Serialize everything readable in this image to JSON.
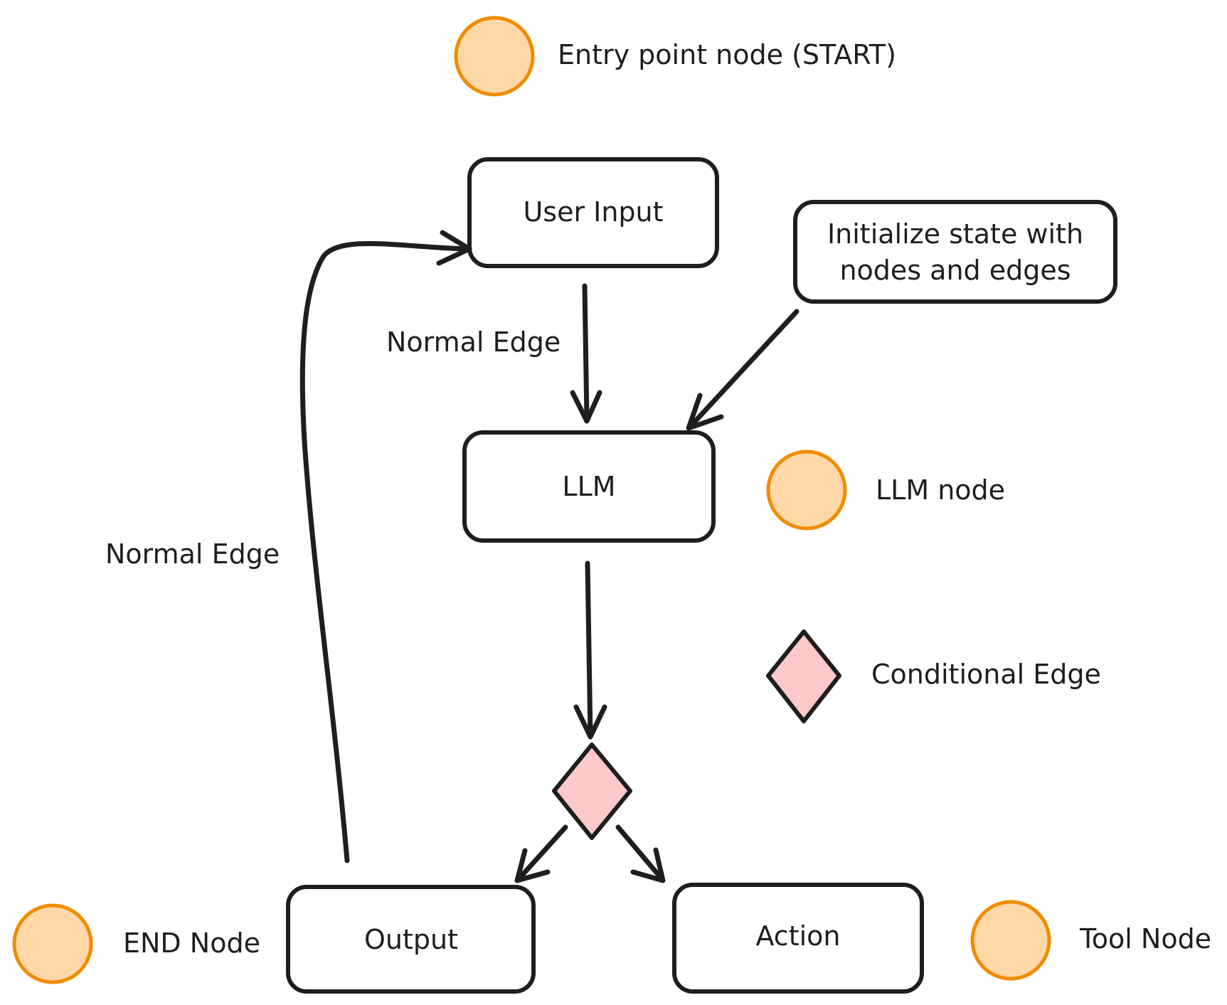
{
  "colors": {
    "stroke": "#1e1e1e",
    "node_fill": "#ffffff",
    "legend_circle_fill": "#ffd8a8",
    "legend_circle_stroke": "#f08c00",
    "diamond_fill": "#ffc9c9"
  },
  "nodes": {
    "user_input": "User Input",
    "init_line1": "Initialize state with",
    "init_line2": "nodes and edges",
    "llm": "LLM",
    "output": "Output",
    "action": "Action"
  },
  "edge_labels": {
    "normal_edge_top": "Normal Edge",
    "normal_edge_left": "Normal Edge"
  },
  "legend": {
    "entry": "Entry point node (START)",
    "llm": "LLM node",
    "conditional": "Conditional Edge",
    "end": "END Node",
    "tool": "Tool Node"
  }
}
